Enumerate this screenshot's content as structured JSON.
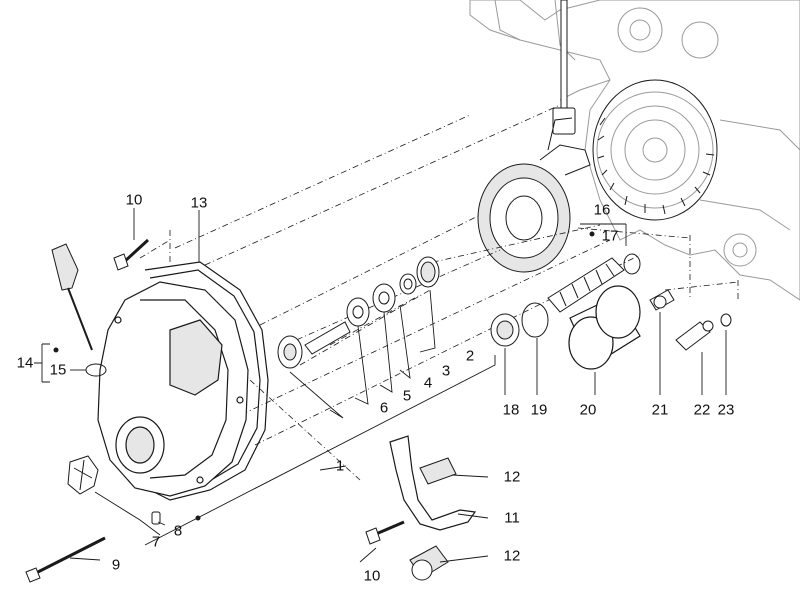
{
  "diagram": {
    "callouts": [
      {
        "id": "c1",
        "text": "1"
      },
      {
        "id": "c2",
        "text": "2"
      },
      {
        "id": "c3",
        "text": "3"
      },
      {
        "id": "c4",
        "text": "4"
      },
      {
        "id": "c5",
        "text": "5"
      },
      {
        "id": "c6",
        "text": "6"
      },
      {
        "id": "c7",
        "text": "7"
      },
      {
        "id": "c8",
        "text": "8"
      },
      {
        "id": "c9",
        "text": "9"
      },
      {
        "id": "c10a",
        "text": "10"
      },
      {
        "id": "c10b",
        "text": "10"
      },
      {
        "id": "c11",
        "text": "11"
      },
      {
        "id": "c12a",
        "text": "12"
      },
      {
        "id": "c12b",
        "text": "12"
      },
      {
        "id": "c13",
        "text": "13"
      },
      {
        "id": "c14",
        "text": "14"
      },
      {
        "id": "c15",
        "text": "15"
      },
      {
        "id": "c16",
        "text": "16"
      },
      {
        "id": "c17",
        "text": "17"
      },
      {
        "id": "c18",
        "text": "18"
      },
      {
        "id": "c19",
        "text": "19"
      },
      {
        "id": "c20",
        "text": "20"
      },
      {
        "id": "c21",
        "text": "21"
      },
      {
        "id": "c22",
        "text": "22"
      },
      {
        "id": "c23",
        "text": "23"
      }
    ]
  },
  "colors": {
    "line": "#1a1a1a",
    "light_line": "#9a9a9a",
    "fill": "#ffffff",
    "shade": "#e6e6e6"
  }
}
